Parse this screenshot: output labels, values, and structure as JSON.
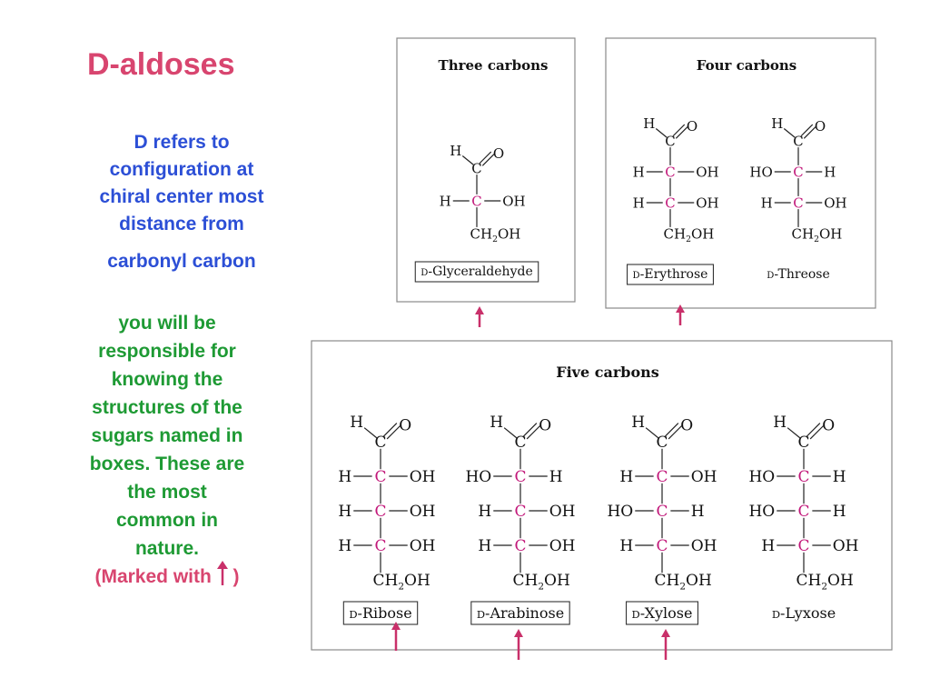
{
  "title": "D-aldoses",
  "blue_note": {
    "line1": "D refers to",
    "line2": "configuration at",
    "line3": "chiral center most",
    "line4": "distance from",
    "line5": "carbonyl carbon"
  },
  "green_note": {
    "line1": "you will be",
    "line2": "responsible for",
    "line3": "knowing the",
    "line4": "structures of the",
    "line5": "sugars named in",
    "line6": "boxes. These are",
    "line7": "the most",
    "line8": "common in",
    "line9": "nature."
  },
  "marked_note": {
    "before": "(Marked with",
    "after": ")"
  },
  "panels": {
    "three": {
      "heading": "Three carbons"
    },
    "four": {
      "heading": "Four carbons"
    },
    "five": {
      "heading": "Five carbons"
    }
  },
  "colors": {
    "title": "#d8456f",
    "blue": "#2c4fd6",
    "green": "#1e9a34",
    "chiral": "#c2187a",
    "arrow": "#c9306a"
  },
  "molecules": [
    {
      "key": "glyceraldehyde",
      "name_prefix": "D",
      "name": "-Glyceraldehyde",
      "boxed": true,
      "marked": true,
      "rows": [
        {
          "left": "H",
          "right": "OH"
        }
      ]
    },
    {
      "key": "erythrose",
      "name_prefix": "D",
      "name": "-Erythrose",
      "boxed": true,
      "marked": true,
      "rows": [
        {
          "left": "H",
          "right": "OH"
        },
        {
          "left": "H",
          "right": "OH"
        }
      ]
    },
    {
      "key": "threose",
      "name_prefix": "D",
      "name": "-Threose",
      "boxed": false,
      "marked": false,
      "rows": [
        {
          "left": "HO",
          "right": "H"
        },
        {
          "left": "H",
          "right": "OH"
        }
      ]
    },
    {
      "key": "ribose",
      "name_prefix": "D",
      "name": "-Ribose",
      "boxed": true,
      "marked": true,
      "rows": [
        {
          "left": "H",
          "right": "OH"
        },
        {
          "left": "H",
          "right": "OH"
        },
        {
          "left": "H",
          "right": "OH"
        }
      ]
    },
    {
      "key": "arabinose",
      "name_prefix": "D",
      "name": "-Arabinose",
      "boxed": true,
      "marked": true,
      "rows": [
        {
          "left": "HO",
          "right": "H"
        },
        {
          "left": "H",
          "right": "OH"
        },
        {
          "left": "H",
          "right": "OH"
        }
      ]
    },
    {
      "key": "xylose",
      "name_prefix": "D",
      "name": "-Xylose",
      "boxed": true,
      "marked": true,
      "rows": [
        {
          "left": "H",
          "right": "OH"
        },
        {
          "left": "HO",
          "right": "H"
        },
        {
          "left": "H",
          "right": "OH"
        }
      ]
    },
    {
      "key": "lyxose",
      "name_prefix": "D",
      "name": "-Lyxose",
      "boxed": false,
      "marked": false,
      "rows": [
        {
          "left": "HO",
          "right": "H"
        },
        {
          "left": "HO",
          "right": "H"
        },
        {
          "left": "H",
          "right": "OH"
        }
      ]
    }
  ],
  "atoms": {
    "aldehyde_h": "H",
    "aldehyde_o": "O",
    "carbon": "C",
    "terminal_ch": "CH",
    "terminal_sub": "2",
    "terminal_oh": "OH"
  }
}
